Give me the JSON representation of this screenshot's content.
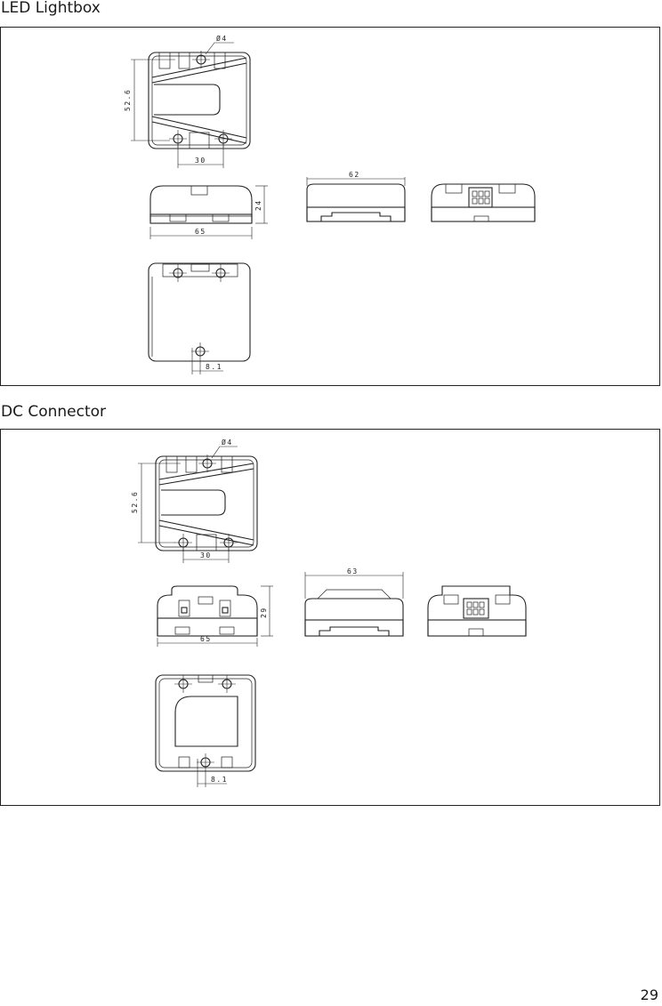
{
  "sections": [
    {
      "title": "LED Lightbox",
      "dims": {
        "hole": "Ø4",
        "height": "52.6",
        "spacing": "30",
        "side_height": "24",
        "width": "65",
        "length": "62",
        "offset": "8.1"
      }
    },
    {
      "title": "DC Connector",
      "dims": {
        "hole": "Ø4",
        "height": "52.6",
        "spacing": "30",
        "side_height": "29",
        "width": "65",
        "length": "63",
        "offset": "8.1"
      }
    }
  ],
  "page_number": "29"
}
